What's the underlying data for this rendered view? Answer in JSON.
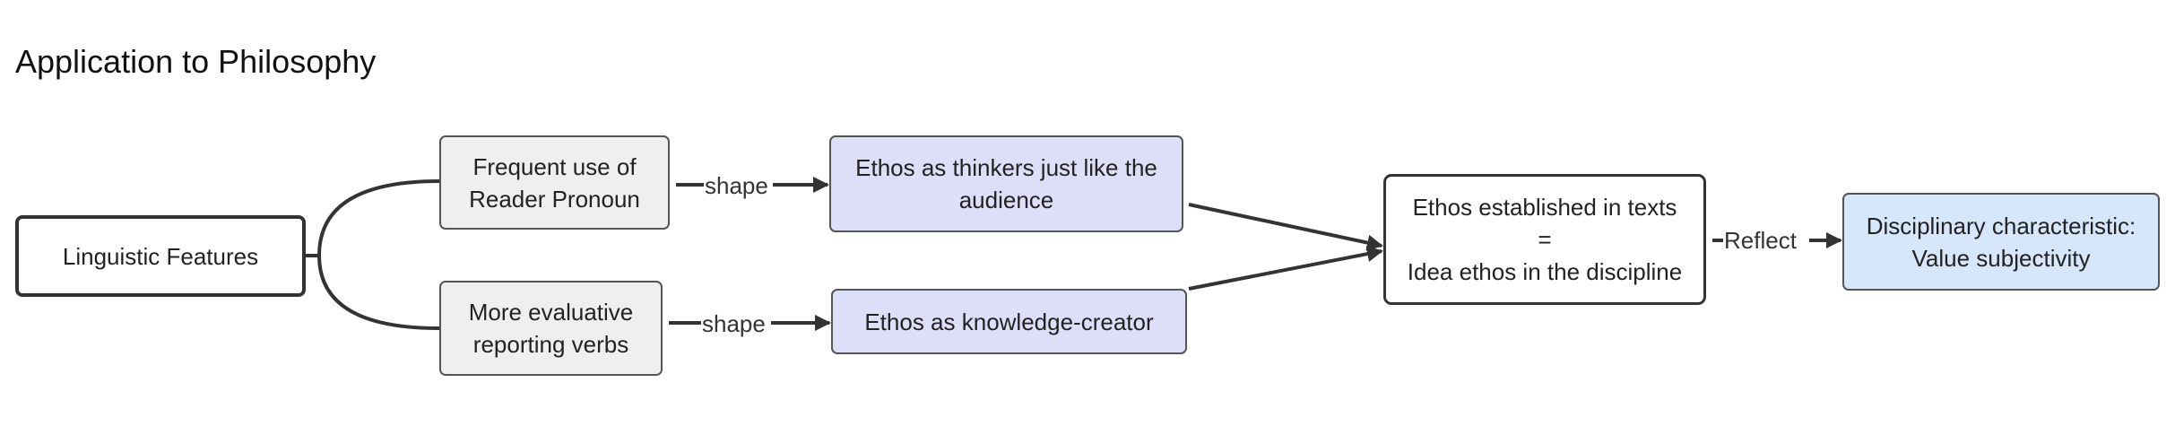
{
  "title": "Application to Philosophy",
  "nodes": {
    "root": {
      "label": "Linguistic Features"
    },
    "reader_pronoun": {
      "lines": [
        "Frequent use of",
        "Reader Pronoun"
      ]
    },
    "reporting_verbs": {
      "lines": [
        "More evaluative",
        "reporting verbs"
      ]
    },
    "ethos_thinkers": {
      "lines": [
        "Ethos as thinkers just like the",
        "audience"
      ]
    },
    "ethos_knowledge": {
      "label": "Ethos as knowledge-creator"
    },
    "ethos_established": {
      "lines": [
        "Ethos established in texts",
        "=",
        "Idea ethos in the discipline"
      ]
    },
    "disciplinary": {
      "lines": [
        "Disciplinary characteristic:",
        "Value subjectivity"
      ]
    }
  },
  "edges": {
    "shape_top": "shape",
    "shape_bottom": "shape",
    "reflect": "Reflect"
  },
  "colors": {
    "stroke": "#333333",
    "grey_fill": "#efefef",
    "blue_fill": "#dcdff7",
    "light_blue_fill": "#d6e6fb"
  }
}
